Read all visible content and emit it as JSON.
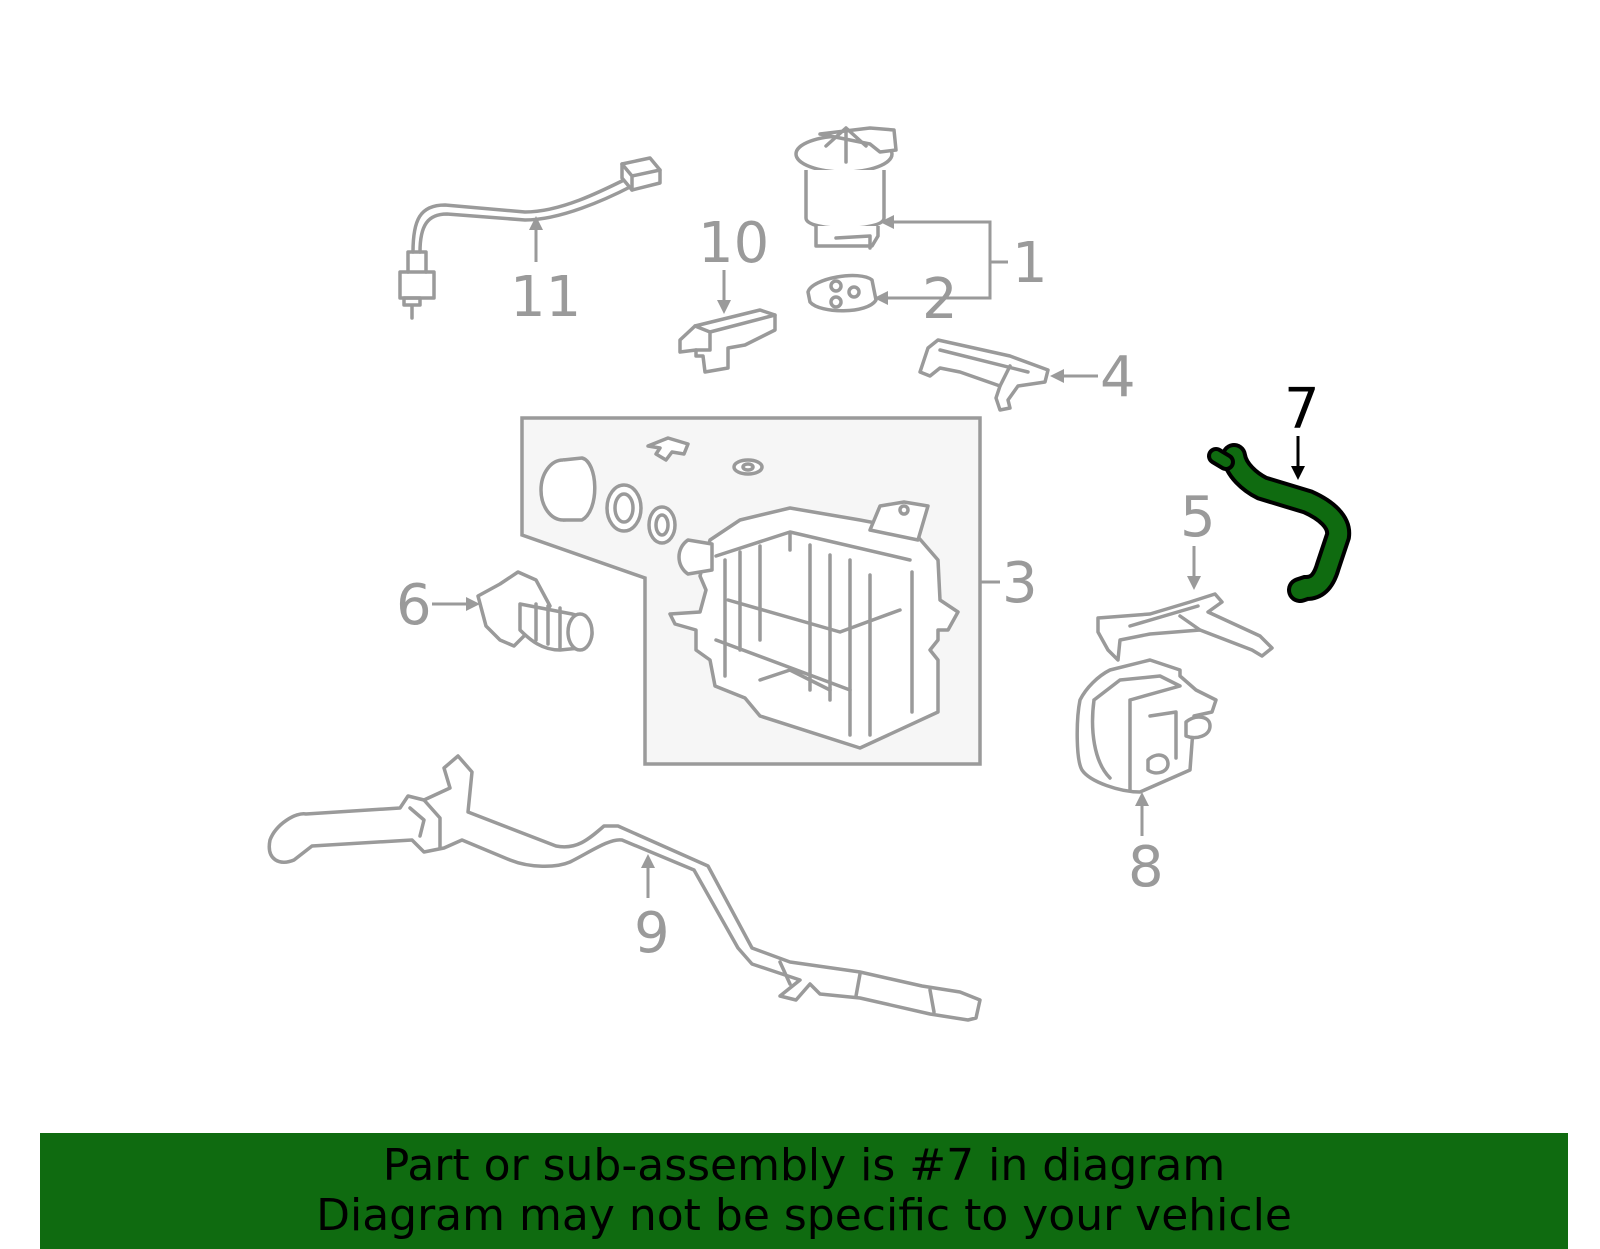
{
  "diagram": {
    "highlight_color": "#0f6b10",
    "callouts": [
      {
        "id": "1",
        "label": "1"
      },
      {
        "id": "2",
        "label": "2"
      },
      {
        "id": "3",
        "label": "3"
      },
      {
        "id": "4",
        "label": "4"
      },
      {
        "id": "5",
        "label": "5"
      },
      {
        "id": "6",
        "label": "6"
      },
      {
        "id": "7",
        "label": "7",
        "highlighted": true
      },
      {
        "id": "8",
        "label": "8"
      },
      {
        "id": "9",
        "label": "9"
      },
      {
        "id": "10",
        "label": "10"
      },
      {
        "id": "11",
        "label": "11"
      }
    ]
  },
  "banner": {
    "line1": "Part or sub-assembly is #7 in diagram",
    "line2": "Diagram may not be specific to your vehicle",
    "background": "#0f6b10"
  }
}
